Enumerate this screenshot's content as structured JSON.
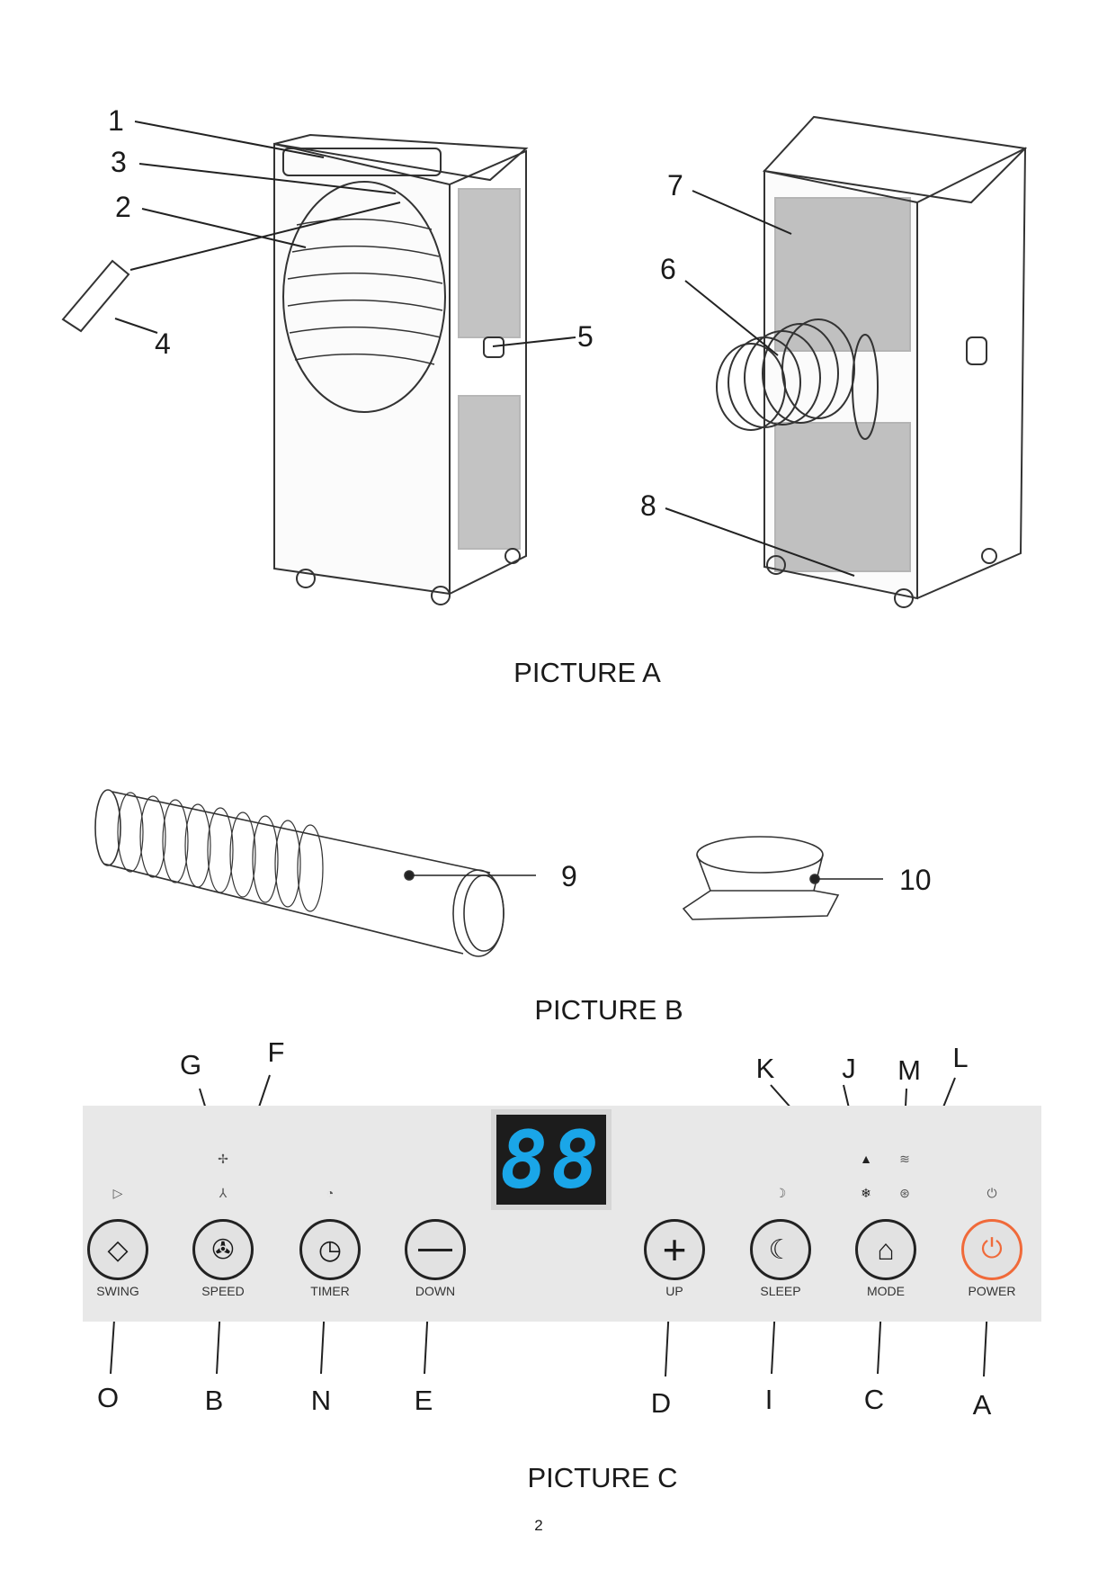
{
  "picture_a": {
    "caption": "PICTURE A",
    "callouts": [
      "1",
      "3",
      "2",
      "4",
      "5",
      "7",
      "6",
      "8"
    ]
  },
  "picture_b": {
    "caption": "PICTURE B",
    "callouts": [
      "9",
      "10"
    ]
  },
  "picture_c": {
    "caption": "PICTURE C",
    "top_letters": [
      "G",
      "F",
      "K",
      "J",
      "M",
      "L"
    ],
    "display_value": "88",
    "display_color": "#1aa6e8",
    "power_color": "#f06a3a",
    "buttons": [
      {
        "label": "SWING",
        "letter": "O",
        "icon": "swing-icon"
      },
      {
        "label": "SPEED",
        "letter": "B",
        "icon": "fan-icon"
      },
      {
        "label": "TIMER",
        "letter": "N",
        "icon": "timer-icon"
      },
      {
        "label": "DOWN",
        "letter": "E",
        "icon": "minus-icon"
      },
      {
        "label": "UP",
        "letter": "D",
        "icon": "plus-icon"
      },
      {
        "label": "SLEEP",
        "letter": "I",
        "icon": "moon-icon"
      },
      {
        "label": "MODE",
        "letter": "C",
        "icon": "home-icon"
      },
      {
        "label": "POWER",
        "letter": "A",
        "icon": "power-icon"
      }
    ]
  },
  "page_number": "2"
}
